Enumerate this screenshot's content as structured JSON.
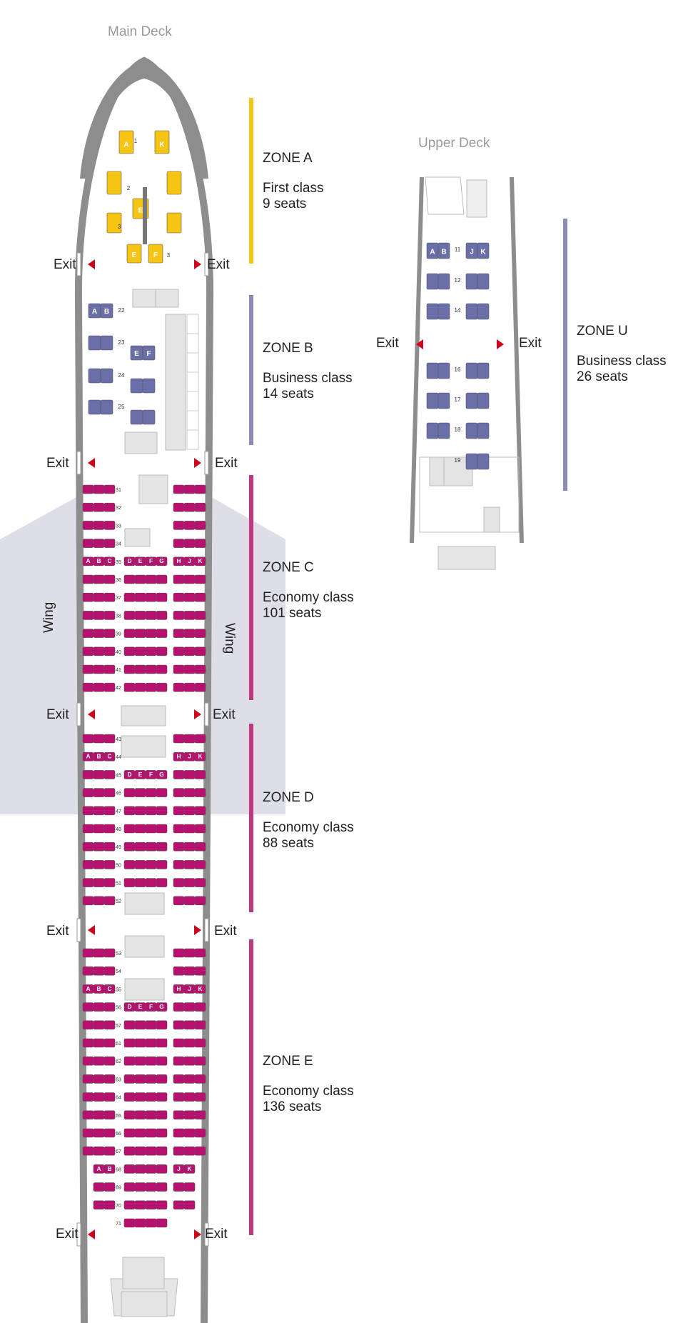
{
  "decks": {
    "main": "Main Deck",
    "upper": "Upper Deck"
  },
  "exit_label": "Exit",
  "wing_label": "Wing",
  "colors": {
    "first": "#f6c514",
    "business": "#6a6fa8",
    "economy": "#b8106f",
    "zone_a_bar": "#f6c514",
    "zone_b_bar": "#8a8cb4",
    "zone_econ_bar": "#c2357f",
    "fuselage": "#8d8d8d",
    "wing": "#d8d8e4",
    "exit_arrow": "#d0021b"
  },
  "zones": [
    {
      "id": "a",
      "name": "ZONE A",
      "cabin": "First class",
      "seats": "9 seats"
    },
    {
      "id": "b",
      "name": "ZONE B",
      "cabin": "Business class",
      "seats": "14 seats"
    },
    {
      "id": "c",
      "name": "ZONE C",
      "cabin": "Economy class",
      "seats": "101 seats"
    },
    {
      "id": "d",
      "name": "ZONE D",
      "cabin": "Economy class",
      "seats": "88 seats"
    },
    {
      "id": "e",
      "name": "ZONE E",
      "cabin": "Economy class",
      "seats": "136 seats"
    },
    {
      "id": "u",
      "name": "ZONE U",
      "cabin": "Business class",
      "seats": "26 seats"
    }
  ],
  "seat_letters": {
    "first": [
      "A",
      "K",
      "E",
      "E",
      "F"
    ],
    "business_main": [
      "A",
      "B",
      "E",
      "F"
    ],
    "business_upper": [
      "A",
      "B",
      "J",
      "K"
    ],
    "econ_left": [
      "A",
      "B",
      "C"
    ],
    "econ_mid": [
      "D",
      "E",
      "F",
      "G"
    ],
    "econ_right": [
      "H",
      "J",
      "K"
    ],
    "rear_left": [
      "A",
      "B"
    ],
    "rear_right": [
      "J",
      "K"
    ]
  },
  "rows": {
    "first": [
      "1",
      "2",
      "3",
      "3"
    ],
    "business_main": [
      "22",
      "23",
      "24",
      "25"
    ],
    "zone_c": [
      "31",
      "32",
      "33",
      "34",
      "35",
      "36",
      "37",
      "38",
      "39",
      "40",
      "41",
      "42"
    ],
    "zone_d": [
      "43",
      "44",
      "45",
      "46",
      "47",
      "48",
      "49",
      "50",
      "51",
      "52"
    ],
    "zone_e": [
      "53",
      "54",
      "55",
      "56",
      "57",
      "61",
      "62",
      "63",
      "64",
      "65",
      "66",
      "67",
      "68",
      "69",
      "70",
      "71"
    ],
    "upper": [
      "11",
      "12",
      "14",
      "16",
      "17",
      "18",
      "19"
    ]
  }
}
